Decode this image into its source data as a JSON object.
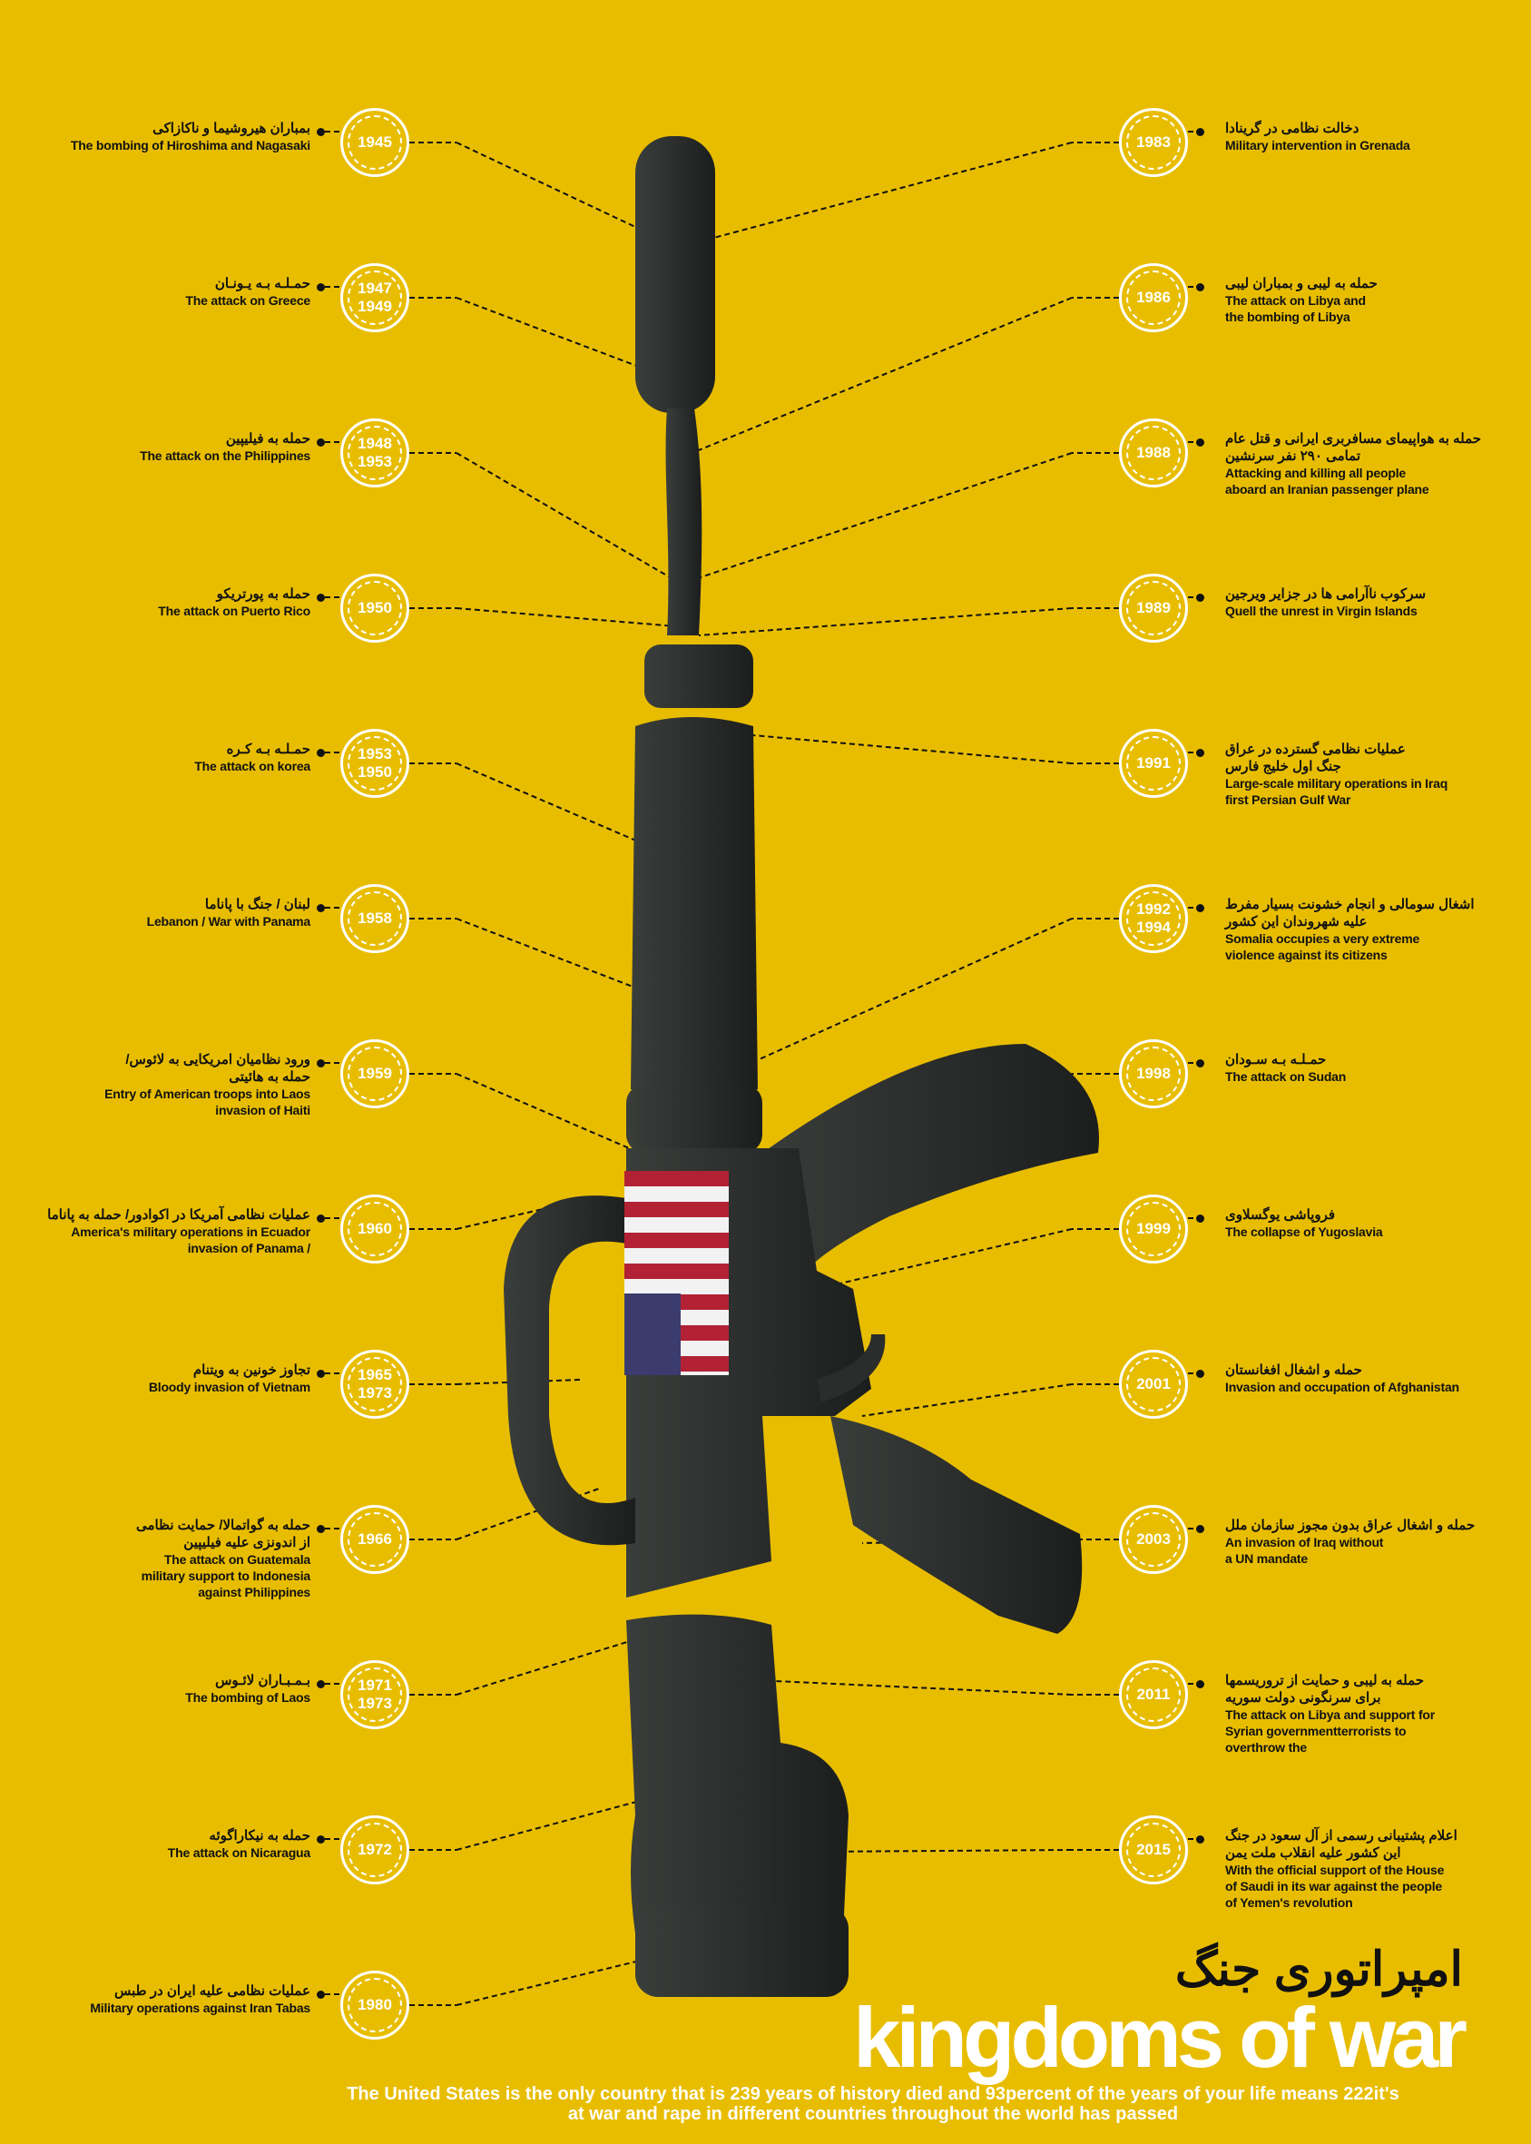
{
  "left_events": [
    {
      "year": "1945",
      "fa": "بمباران هیروشیما و ناکازاکی",
      "en": "The bombing of Hiroshima and Nagasaki"
    },
    {
      "year": "1947\n1949",
      "fa": "حمـلـه بـه یـونـان",
      "en": "The attack on Greece"
    },
    {
      "year": "1948\n1953",
      "fa": "حمله به فیلیپین",
      "en": "The attack on the Philippines"
    },
    {
      "year": "1950",
      "fa": "حمله به پورتریکو",
      "en": "The attack on Puerto Rico"
    },
    {
      "year": "1953\n1950",
      "fa": "حمـلـه بـه کـره",
      "en": "The attack on korea"
    },
    {
      "year": "1958",
      "fa": "لبنان / جنگ با پاناما",
      "en": "Lebanon / War with Panama"
    },
    {
      "year": "1959",
      "fa": "ورود نظامیان امریکایی به لائوس/\nحمله به هائیتی",
      "en": "Entry of American troops into Laos\ninvasion of Haiti"
    },
    {
      "year": "1960",
      "fa": "عملیات نظامی آمریکا در اکوادور/ حمله به پاناما",
      "en": "America's military operations in Ecuador\ninvasion of Panama /"
    },
    {
      "year": "1965\n1973",
      "fa": "تجاوز خونین به ویتنام",
      "en": "Bloody invasion of Vietnam"
    },
    {
      "year": "1966",
      "fa": "حمله به گواتمالا/ حمایت نظامی\nاز اندونزی علیه فیلیپین",
      "en": "The attack on Guatemala\nmilitary support to Indonesia\nagainst Philippines"
    },
    {
      "year": "1971\n1973",
      "fa": "بـمـبـاران لائـوس",
      "en": "The bombing of Laos"
    },
    {
      "year": "1972",
      "fa": "حمله به نیکاراگوئه",
      "en": "The attack on Nicaragua"
    },
    {
      "year": "1980",
      "fa": "عملیات نظامی علیه ایران در طبس",
      "en": "Military operations against Iran Tabas"
    }
  ],
  "right_events": [
    {
      "year": "1983",
      "fa": "دخالت نظامی در گرینادا",
      "en": "Military intervention in Grenada"
    },
    {
      "year": "1986",
      "fa": "حمله به لیبی و بمباران لیبی",
      "en": "The attack on Libya and\n   the bombing of Libya"
    },
    {
      "year": "1988",
      "fa": "حمله به هواپیمای مسافربری ایرانی و قتل عام\nتمامی ۲۹۰ نفر سرنشین",
      "en": "Attacking and killing all  people\naboard an Iranian passenger plane"
    },
    {
      "year": "1989",
      "fa": "سرکوب ناآرامی ها در جزایر ویرجین",
      "en": "Quell the unrest in Virgin Islands"
    },
    {
      "year": "1991",
      "fa": "عملیات نظامی گسترده در عراق\nجنگ اول خلیج فارس",
      "en": "Large-scale military operations in Iraq\nfirst Persian Gulf War"
    },
    {
      "year": "1992\n1994",
      "fa": "اشغال سومالی و انجام خشونت بسیار مفرط\nعلیه شهروندان این کشور",
      "en": "Somalia occupies a very extreme\nviolence against its citizens"
    },
    {
      "year": "1998",
      "fa": "حمـلـه بـه سـودان",
      "en": "The attack on Sudan"
    },
    {
      "year": "1999",
      "fa": "فروپاشی یوگسلاوی",
      "en": "The collapse of Yugoslavia"
    },
    {
      "year": "2001",
      "fa": "حمله و اشغال افغانستان",
      "en": "Invasion and occupation of Afghanistan"
    },
    {
      "year": "2003",
      "fa": "حمله و اشغال عراق بدون مجوز سازمان ملل",
      "en": "An invasion of Iraq without\na UN mandate"
    },
    {
      "year": "2011",
      "fa": "حمله به لیبی و حمایت از تروریسمها\nبرای سرنگونی دولت سوریه",
      "en": "The attack on Libya and support for\nSyrian governmentterrorists to\noverthrow the"
    },
    {
      "year": "2015",
      "fa": "اعلام پشتیبانی رسمی از آل سعود در جنگ\nاین کشور علیه انقلاب ملت یمن",
      "en": "With the official support of the House\nof Saudi in its war against the people\nof Yemen's revolution"
    }
  ],
  "title_fa": "امپراتوری جنگ",
  "title_en": "kingdoms of war",
  "footer": "The United States is the only country that is 239  years of history died and  93percent of the years of your life means 222it's\nat war and rape in different countries throughout the world has passed",
  "colors": {
    "background": "#e8bd00",
    "rifle": "#2a2d2b",
    "text": "#111111",
    "accent": "#ffffff"
  }
}
